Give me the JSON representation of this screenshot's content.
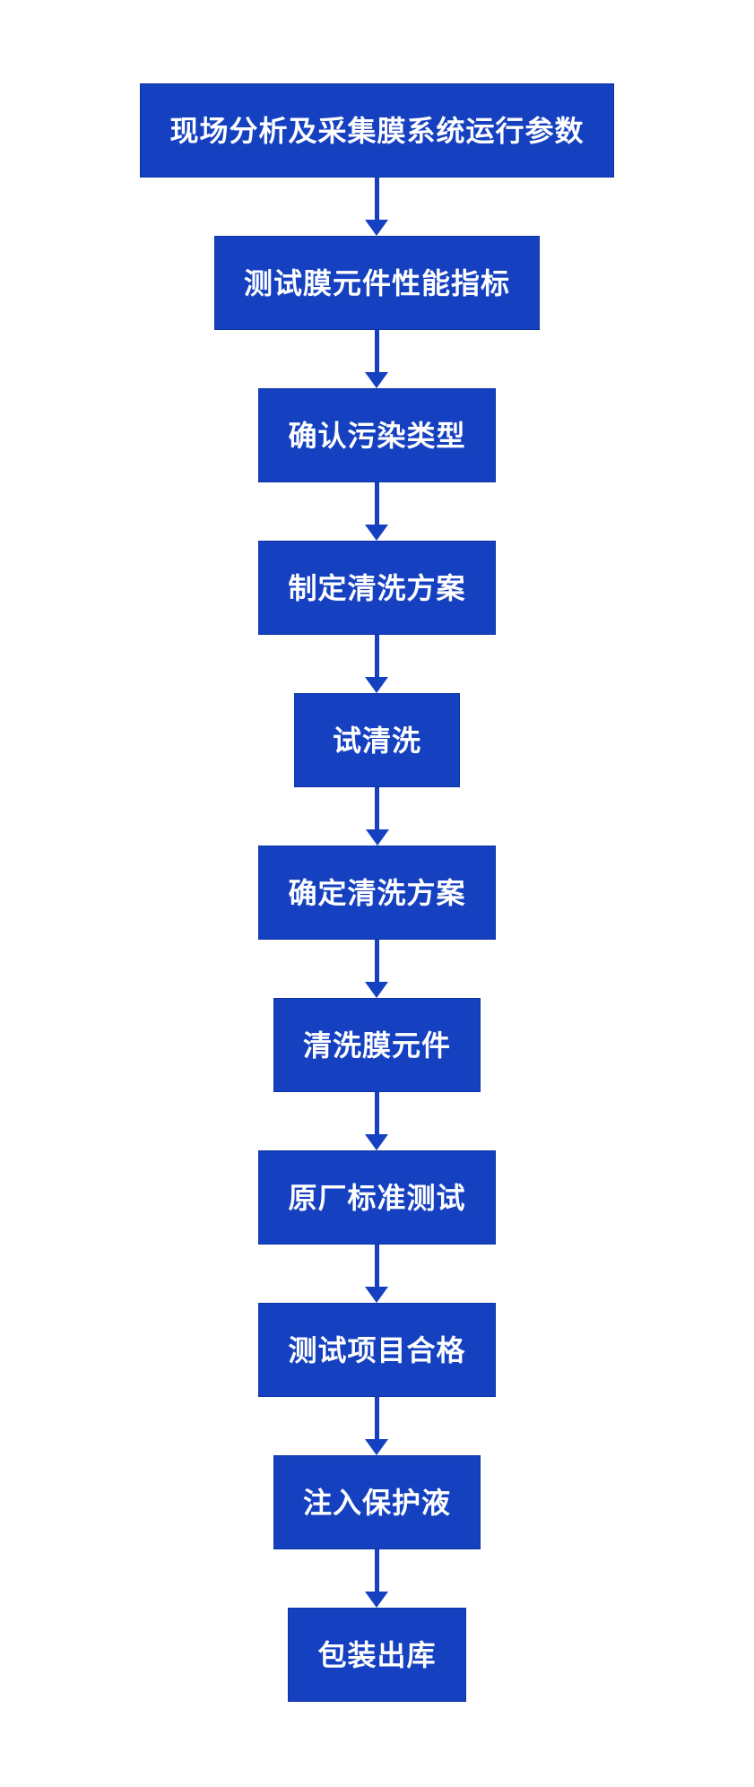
{
  "flowchart": {
    "steps": [
      {
        "label": "现场分析及采集膜系统运行参数"
      },
      {
        "label": "测试膜元件性能指标"
      },
      {
        "label": "确认污染类型"
      },
      {
        "label": "制定清洗方案"
      },
      {
        "label": "试清洗"
      },
      {
        "label": "确定清洗方案"
      },
      {
        "label": "清洗膜元件"
      },
      {
        "label": "原厂标准测试"
      },
      {
        "label": "测试项目合格"
      },
      {
        "label": "注入保护液"
      },
      {
        "label": "包装出库"
      }
    ],
    "connector": "arrow-down",
    "colors": {
      "background": "#FFFFFF",
      "box_fill": "#1541C1",
      "box_edge": "#0D33A6",
      "box_text": "#FFFFFF",
      "arrow": "#1541C1"
    }
  }
}
